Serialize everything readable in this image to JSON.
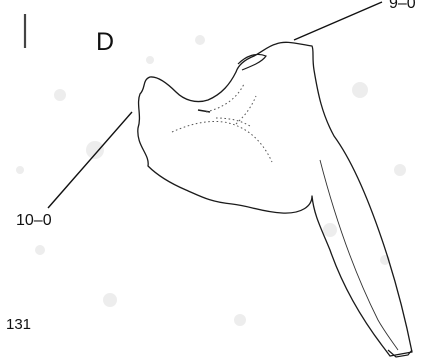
{
  "panel": {
    "letter": "D"
  },
  "labels": {
    "left_label": "10–0",
    "top_right_label": "9–0",
    "figure_number": "131"
  }
}
